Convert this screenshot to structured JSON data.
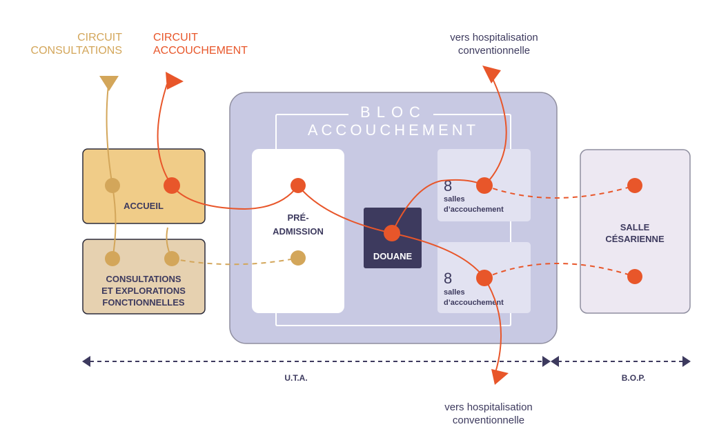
{
  "legend": {
    "consultations": [
      "CIRCUIT",
      "CONSULTATIONS"
    ],
    "accouchement": [
      "CIRCUIT",
      "ACCOUCHEMENT"
    ]
  },
  "exits": {
    "top": [
      "vers hospitalisation",
      "conventionnelle"
    ],
    "bottom": [
      "vers hospitalisation",
      "conventionnelle"
    ]
  },
  "bloc": {
    "title": [
      "BLOC",
      "ACCOUCHEMENT"
    ],
    "preadmission": [
      "PRÉ-",
      "ADMISSION"
    ],
    "douane": "DOUANE",
    "salles_top": {
      "count": "8",
      "label": [
        "salles",
        "d’accouchement"
      ]
    },
    "salles_bottom": {
      "count": "8",
      "label": [
        "salles",
        "d’accouchement"
      ]
    }
  },
  "accueil": "ACCUEIL",
  "consultations_box": [
    "CONSULTATIONS",
    "ET EXPLORATIONS",
    "FONCTIONNELLES"
  ],
  "cesarienne": [
    "SALLE",
    "CÉSARIENNE"
  ],
  "zones": {
    "uta": "U.T.A.",
    "bop": "B.O.P."
  },
  "colors": {
    "orange": "#e8562a",
    "gold": "#d3a65a",
    "navy": "#3d3a5e",
    "bloc_bg": "#c8c9e3",
    "accueil_bg": "#f0cc88",
    "consult_bg": "#e6d1b0",
    "cesar_bg": "#ede8f2"
  }
}
